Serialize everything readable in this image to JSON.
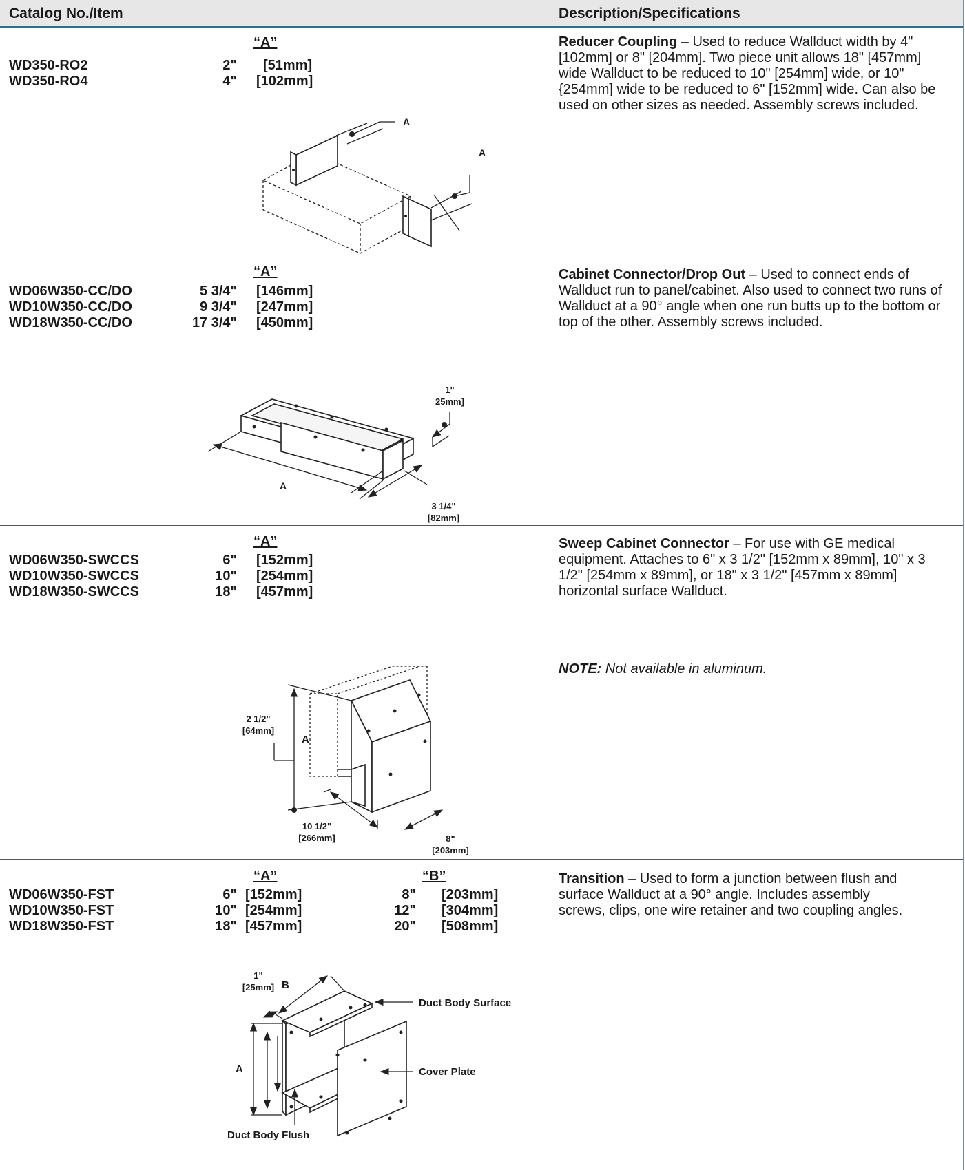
{
  "header": {
    "catalog": "Catalog No./Item",
    "description": "Description/Specifications"
  },
  "sections": [
    {
      "col_a": "“A”",
      "rows": [
        {
          "code": "WD350-RO2",
          "a_in": "2\"",
          "a_mm": "[51mm]"
        },
        {
          "code": "WD350-RO4",
          "a_in": "4\"",
          "a_mm": "[102mm]"
        }
      ],
      "title": "Reducer Coupling",
      "desc": " – Used to reduce Wallduct width by 4\" [102mm] or 8\" [204mm]. Two piece unit allows 18\" [457mm] wide Wallduct to be reduced to 10\" [254mm] wide, or 10\" {254mm] wide to be reduced to 6\" [152mm] wide. Can also be used on other sizes as needed. Assembly screws included.",
      "diagram": {
        "label_a1": "A",
        "label_a2": "A"
      }
    },
    {
      "col_a": "“A”",
      "rows": [
        {
          "code": "WD06W350-CC/DO",
          "a_in": "5 3/4\"",
          "a_mm": "[146mm]"
        },
        {
          "code": "WD10W350-CC/DO",
          "a_in": "9 3/4\"",
          "a_mm": "[247mm]"
        },
        {
          "code": "WD18W350-CC/DO",
          "a_in": "17 3/4\"",
          "a_mm": "[450mm]"
        }
      ],
      "title": "Cabinet Connector/Drop Out",
      "desc": " – Used to connect ends of Wallduct run to panel/cabinet. Also used to connect two runs of Wallduct at a 90° angle when one run butts up to the bottom or top of the other.  Assembly screws included.",
      "diagram": {
        "label_a": "A",
        "dim1_in": "1\"",
        "dim1_mm": "25mm]",
        "dim2_in": "3 1/4\"",
        "dim2_mm": "[82mm]"
      }
    },
    {
      "col_a": "“A”",
      "rows": [
        {
          "code": "WD06W350-SWCCS",
          "a_in": "6\"",
          "a_mm": "[152mm]"
        },
        {
          "code": "WD10W350-SWCCS",
          "a_in": "10\"",
          "a_mm": "[254mm]"
        },
        {
          "code": "WD18W350-SWCCS",
          "a_in": "18\"",
          "a_mm": "[457mm]"
        }
      ],
      "title": "Sweep Cabinet Connector",
      "desc": " – For use with GE medical equipment. Attaches to 6\" x 3 1/2\" [152mm x 89mm], 10\" x 3 1/2\" [254mm x 89mm], or 18\" x 3 1/2\" [457mm x 89mm] horizontal surface Wallduct.",
      "note_label": "NOTE:",
      "note_text": " Not available in aluminum.",
      "diagram": {
        "dim1_in": "2 1/2\"",
        "dim1_mm": "[64mm]",
        "label_a": "A",
        "dim2_in": "10 1/2\"",
        "dim2_mm": "[266mm]",
        "dim3_in": "8\"",
        "dim3_mm": "[203mm]"
      }
    },
    {
      "col_a": "“A”",
      "col_b": "“B”",
      "rows": [
        {
          "code": "WD06W350-FST",
          "a_in": "6\"",
          "a_mm": "[152mm]",
          "b_in": "8\"",
          "b_mm": "[203mm]"
        },
        {
          "code": "WD10W350-FST",
          "a_in": "10\"",
          "a_mm": "[254mm]",
          "b_in": "12\"",
          "b_mm": "[304mm]"
        },
        {
          "code": "WD18W350-FST",
          "a_in": "18\"",
          "a_mm": "[457mm]",
          "b_in": "20\"",
          "b_mm": "[508mm]"
        }
      ],
      "title": "Transition",
      "desc": " – Used to form a junction between flush and surface Wallduct at a 90° angle. Includes assembly screws, clips, one wire retainer and two coupling angles.",
      "diagram": {
        "dim1_in": "1\"",
        "dim1_mm": "[25mm]",
        "label_b": "B",
        "label_a": "A",
        "surface": "Duct Body Surface",
        "cover": "Cover Plate",
        "flush": "Duct Body Flush"
      }
    }
  ]
}
